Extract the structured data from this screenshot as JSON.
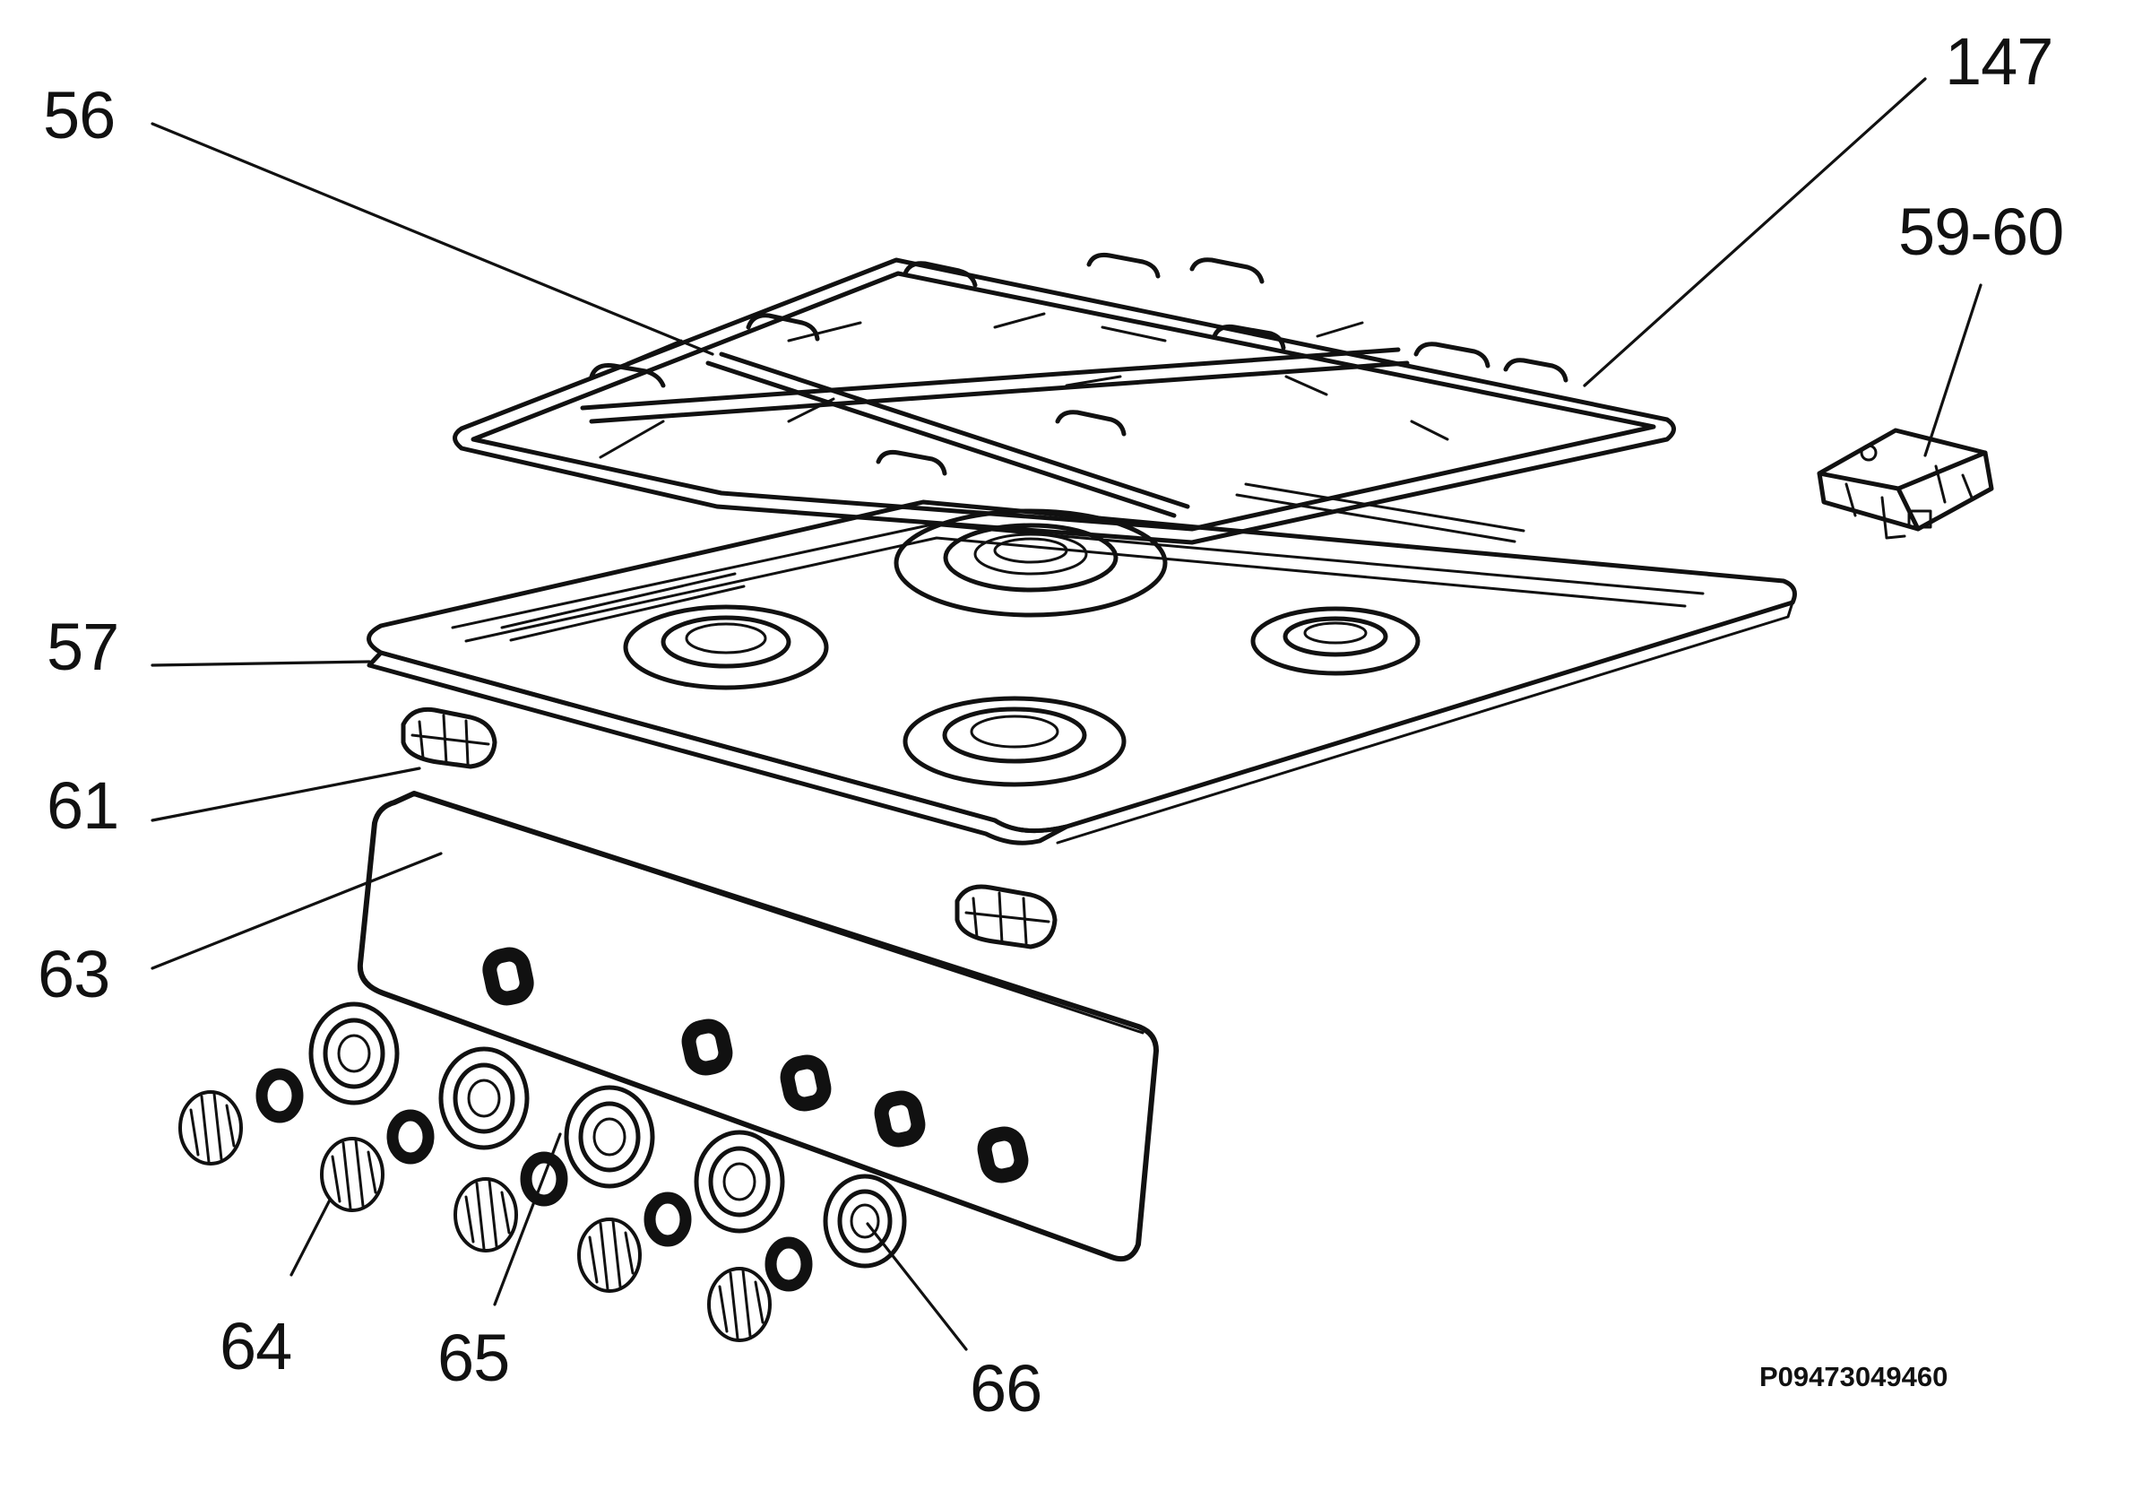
{
  "callouts": {
    "c56": "56",
    "c147": "147",
    "c59_60": "59-60",
    "c57": "57",
    "c61": "61",
    "c63": "63",
    "c64": "64",
    "c65": "65",
    "c66": "66"
  },
  "doc_id": "P09473049460"
}
